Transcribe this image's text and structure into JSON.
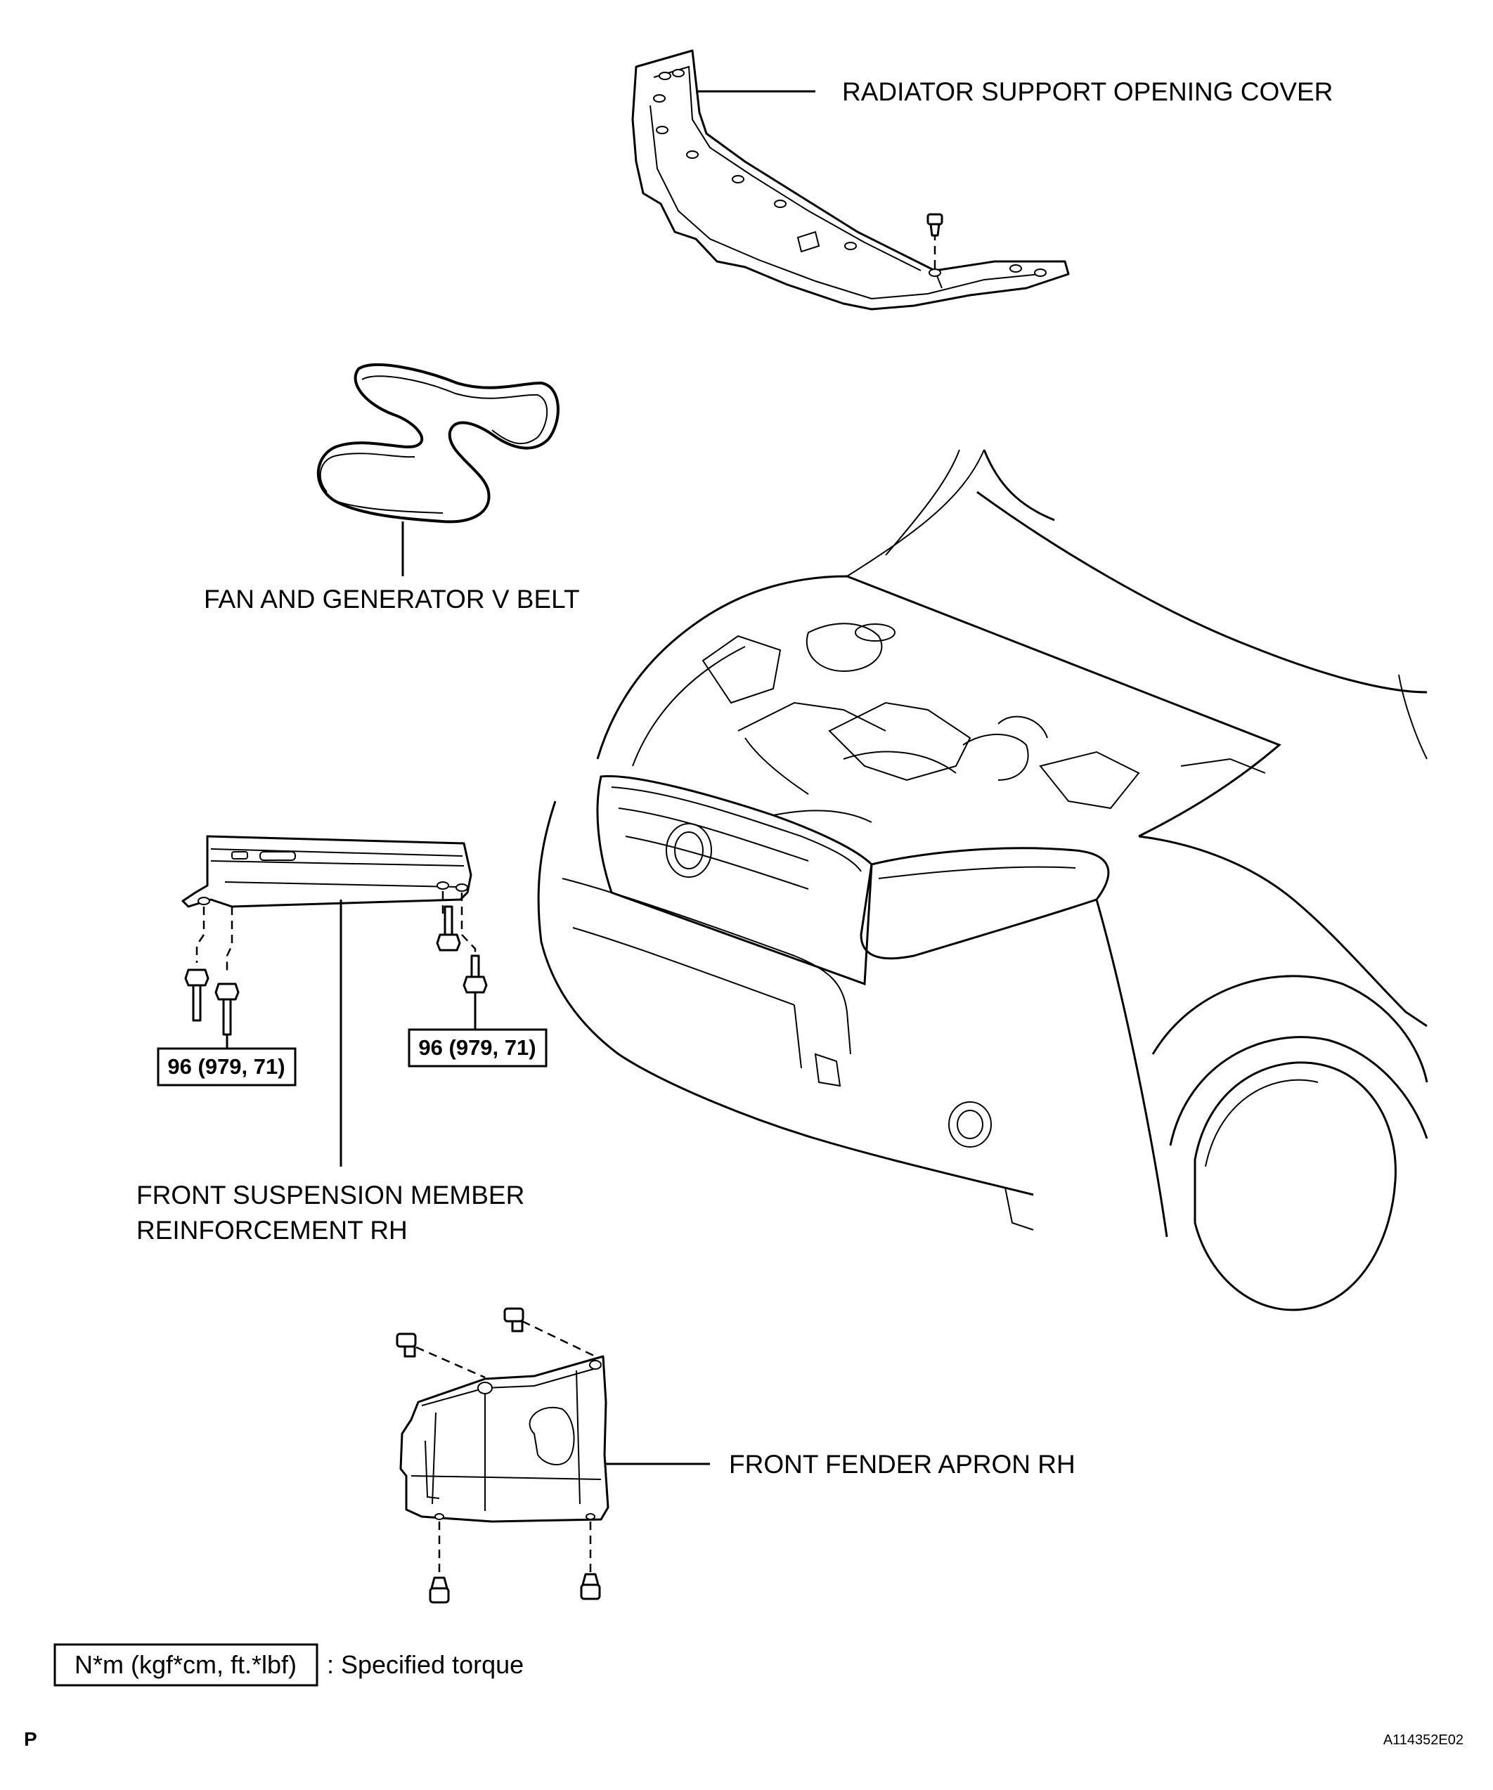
{
  "labels": {
    "radiator_cover": "RADIATOR SUPPORT OPENING COVER",
    "v_belt": "FAN AND GENERATOR V BELT",
    "suspension_line1": "FRONT SUSPENSION MEMBER",
    "suspension_line2": "REINFORCEMENT RH",
    "fender_apron": "FRONT FENDER APRON RH"
  },
  "torque": {
    "left": "96 (979, 71)",
    "right": "96 (979, 71)"
  },
  "legend": {
    "unit": "N*m (kgf*cm, ft.*lbf)",
    "description": ": Specified torque"
  },
  "corner": {
    "left_mark": "P",
    "figure_code": "A114352E02"
  }
}
